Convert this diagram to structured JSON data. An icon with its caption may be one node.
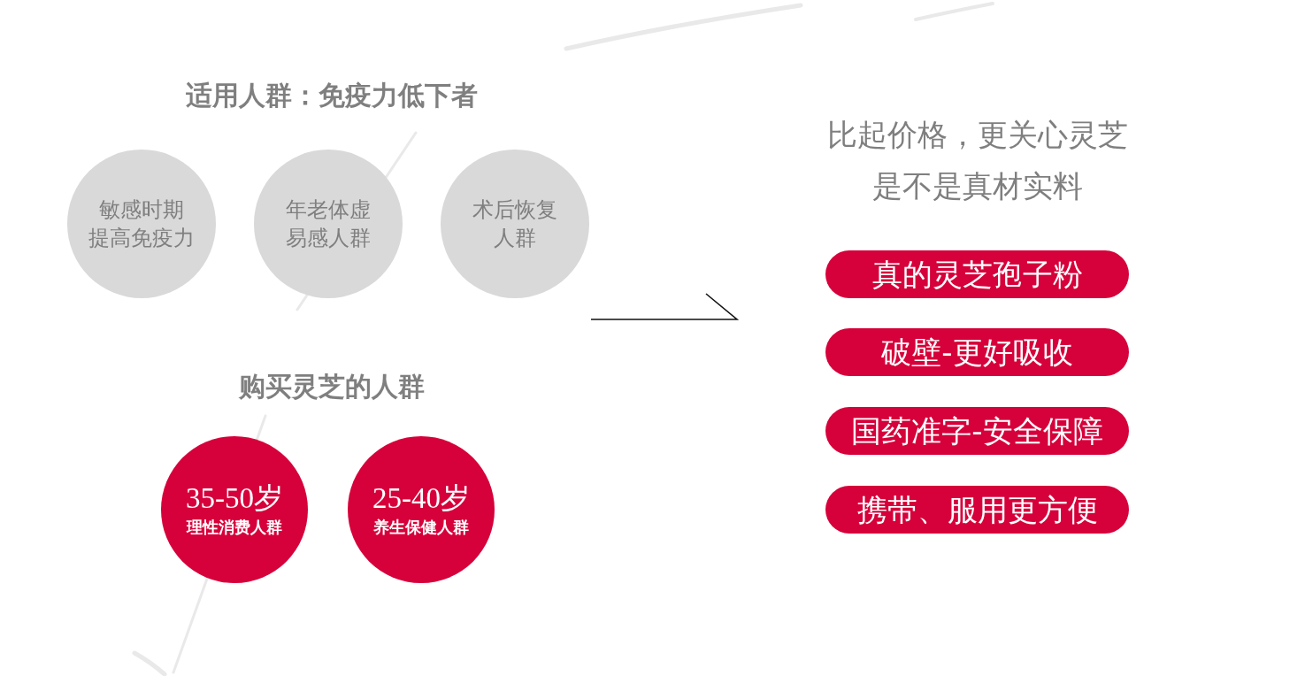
{
  "diagram": {
    "nodes": [
      {
        "text": [
          "敏感时期提高免疫力"
        ]
      },
      {
        "text": [
          "年老体虚易感人群"
        ]
      },
      {
        "text": [
          "术后恢复人群"
        ]
      },
      {
        "text": [
          "35-50岁",
          "理性消费人群"
        ]
      },
      {
        "text": [
          "25-40岁",
          "养生保健人群"
        ]
      },
      {
        "text": [
          "真的灵芝孢子粉"
        ]
      },
      {
        "text": [
          "破壁-更好吸收"
        ]
      },
      {
        "text": [
          "国药准字-安全保障"
        ]
      },
      {
        "text": [
          "携带、服用更方便"
        ]
      }
    ],
    "labels": [
      "适用人群：免疫力低下者",
      "购买灵芝的人群",
      "比起价格，更关心灵芝是不是真材实料"
    ]
  }
}
